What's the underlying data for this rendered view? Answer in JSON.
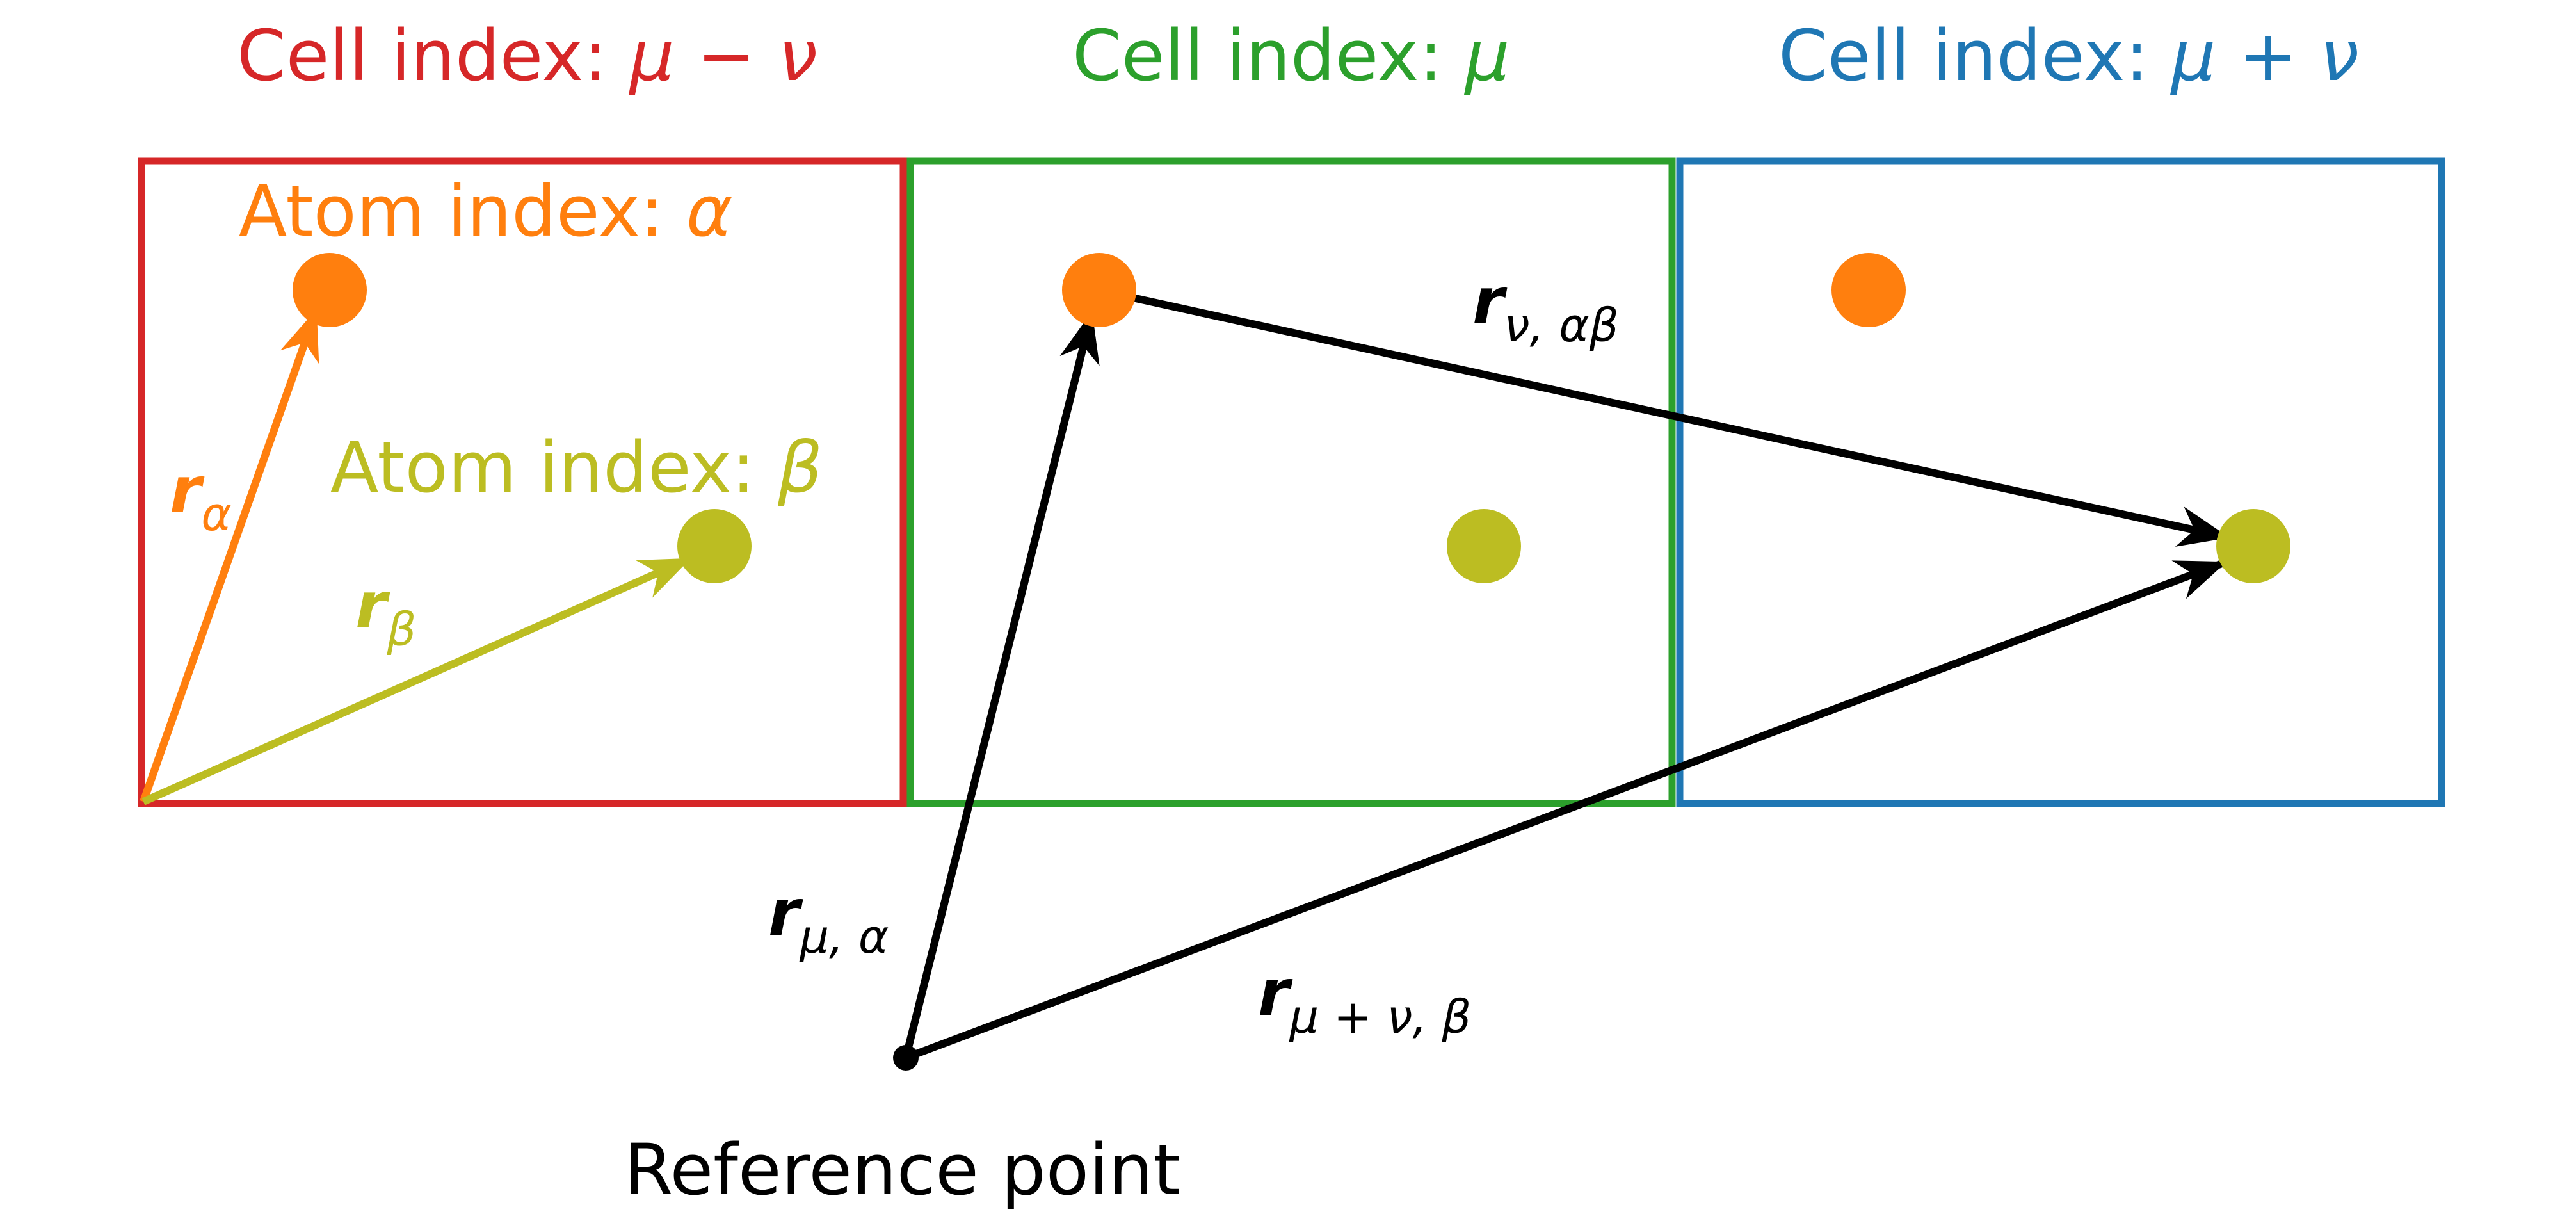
{
  "cells": [
    {
      "title_prefix": "Cell index: ",
      "title_math": "μ − ν",
      "color": "#d62728"
    },
    {
      "title_prefix": "Cell index: ",
      "title_math": "μ",
      "color": "#2ca02c"
    },
    {
      "title_prefix": "Cell index: ",
      "title_math": "μ + ν",
      "color": "#1f77b4"
    }
  ],
  "atoms": {
    "alpha": {
      "label_prefix": "Atom index: ",
      "label_math": "α",
      "color": "#ff7f0e"
    },
    "beta": {
      "label_prefix": "Atom index: ",
      "label_math": "β",
      "color": "#bcbd22"
    }
  },
  "vectors": {
    "r_alpha": {
      "symbol": "r",
      "subscript": "α",
      "color": "#ff7f0e"
    },
    "r_beta": {
      "symbol": "r",
      "subscript": "β",
      "color": "#bcbd22"
    },
    "r_mu_alpha": {
      "symbol": "r",
      "subscript": "μ, α",
      "color": "#000000"
    },
    "r_nu_alphabeta": {
      "symbol": "r",
      "subscript": "ν, αβ",
      "color": "#000000"
    },
    "r_munu_beta": {
      "symbol": "r",
      "subscript": "μ + ν, β",
      "color": "#000000"
    }
  },
  "reference_point": {
    "label": "Reference point"
  }
}
